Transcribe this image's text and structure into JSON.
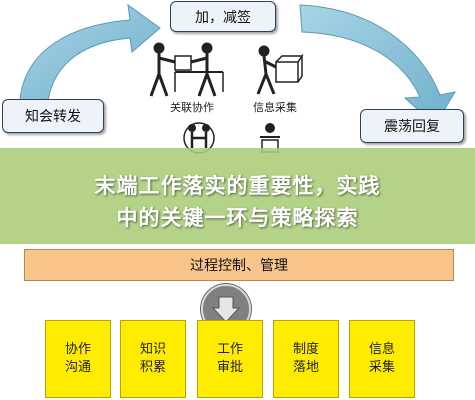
{
  "top_box": "加，减签",
  "left_box": "知会转发",
  "right_box": "震荡回复",
  "label_left": "关联协作",
  "label_right": "信息采集",
  "banner": {
    "line1": "末端工作落实的重要性，实践",
    "line2": "中的关键一环与策略探索"
  },
  "process_bar": "过程控制、管理",
  "bottom_boxes": [
    {
      "line1": "协作",
      "line2": "沟通"
    },
    {
      "line1": "知识",
      "line2": "积累"
    },
    {
      "line1": "工作",
      "line2": "审批"
    },
    {
      "line1": "制度",
      "line2": "落地"
    },
    {
      "line1": "信息",
      "line2": "采集"
    }
  ],
  "colors": {
    "arrow": "#8ec3d8",
    "banner": "#aacd78",
    "process_bar": "#f8c48a",
    "bottom_box": "#ffec00"
  }
}
